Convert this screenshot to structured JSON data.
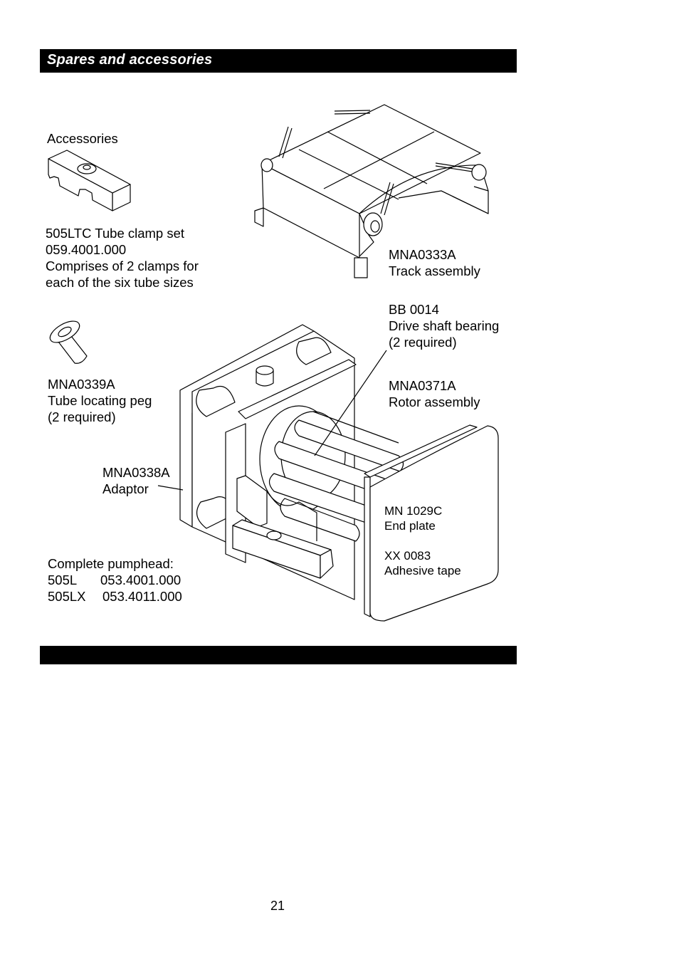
{
  "header": {
    "title": "Spares and accessories"
  },
  "accessories": {
    "heading": "Accessories",
    "tube_clamp": {
      "name": "505LTC Tube clamp set",
      "part_number": "059.4001.000",
      "description_line1": "Comprises of 2 clamps for",
      "description_line2": "each of the six tube sizes"
    },
    "tube_peg": {
      "part_number": "MNA0339A",
      "name": "Tube locating peg",
      "quantity": "(2 required)"
    }
  },
  "parts": {
    "track": {
      "part_number": "MNA0333A",
      "name": "Track assembly"
    },
    "bearing": {
      "part_number": "BB 0014",
      "name": "Drive shaft bearing",
      "quantity": "(2 required)"
    },
    "rotor": {
      "part_number": "MNA0371A",
      "name": "Rotor assembly"
    },
    "adaptor": {
      "part_number": "MNA0338A",
      "name": "Adaptor"
    },
    "end_plate": {
      "part_number": "MN 1029C",
      "name": "End plate"
    },
    "tape": {
      "part_number": "XX 0083",
      "name": "Adhesive tape"
    }
  },
  "pumphead": {
    "heading": "Complete pumphead:",
    "rows": [
      {
        "model": "505L",
        "code": "053.4001.000"
      },
      {
        "model": "505LX",
        "code": "053.4011.000"
      }
    ]
  },
  "footer": {
    "page_number": "21"
  }
}
